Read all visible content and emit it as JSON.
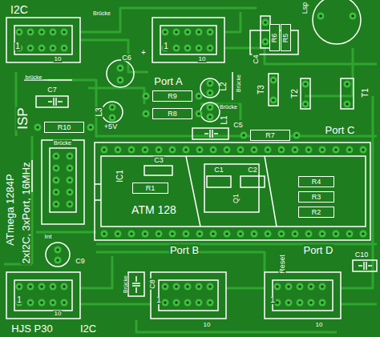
{
  "diagram": {
    "nodes": [
      {
        "text": [
          "R6"
        ]
      },
      {
        "text": [
          "R5"
        ]
      },
      {
        "text": [
          "R9"
        ]
      },
      {
        "text": [
          "R8"
        ]
      },
      {
        "text": [
          "R10"
        ]
      },
      {
        "text": [
          "R7"
        ]
      },
      {
        "text": [
          "R1"
        ]
      },
      {
        "text": [
          "R4"
        ]
      },
      {
        "text": [
          "R3"
        ]
      },
      {
        "text": [
          "R2"
        ]
      }
    ],
    "labels": [
      "I2C",
      "1",
      "10",
      "Brücke",
      "+",
      "1",
      "10",
      "C6",
      "C4",
      "Lsp",
      "T3",
      "T2",
      "T1",
      "brücke",
      "C7",
      "Port A",
      "L2",
      "Brücke",
      "L3",
      "L1",
      "Brücke",
      "C5",
      "ISP",
      "+5V",
      "Port C",
      "ATmega 1284P",
      "2xI2C, 3xPort, 16MHz",
      "IC1",
      "C3",
      "C1",
      "C2",
      "Q1",
      "ATM 128",
      "Brücke",
      "Int",
      "C9",
      "C8",
      "Brücke",
      "Port B",
      "Reset",
      "Port D",
      "C10",
      "HJS P30",
      "I2C",
      "1",
      "10",
      "1",
      "10",
      "1",
      "10"
    ]
  }
}
